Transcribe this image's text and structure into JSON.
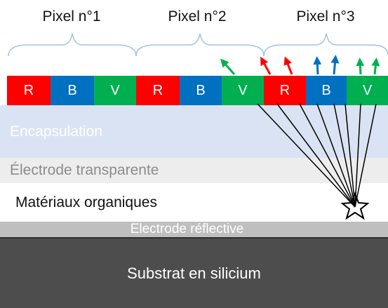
{
  "pixels": [
    "Pixel n°1",
    "Pixel n°2",
    "Pixel n°3"
  ],
  "subpixels": [
    {
      "label": "R",
      "color": "#ff0000"
    },
    {
      "label": "B",
      "color": "#0070c0"
    },
    {
      "label": "V",
      "color": "#00b050"
    },
    {
      "label": "R",
      "color": "#ff0000"
    },
    {
      "label": "B",
      "color": "#0070c0"
    },
    {
      "label": "V",
      "color": "#00b050"
    },
    {
      "label": "R",
      "color": "#ff0000"
    },
    {
      "label": "B",
      "color": "#0070c0"
    },
    {
      "label": "V",
      "color": "#00b050"
    }
  ],
  "layers": {
    "encapsulation": "Encapsulation",
    "electrode_transparent": "Électrode transparente",
    "organic": "Matériaux organiques",
    "electrode_reflective": "Electrode réflective",
    "substrate": "Substrat en silicium"
  },
  "colors": {
    "red": "#ff0000",
    "blue": "#0070c0",
    "green": "#00b050",
    "brace": "#9dc3e6",
    "encapsulation": "#dae3f3",
    "substrate": "#4d4d4d"
  }
}
